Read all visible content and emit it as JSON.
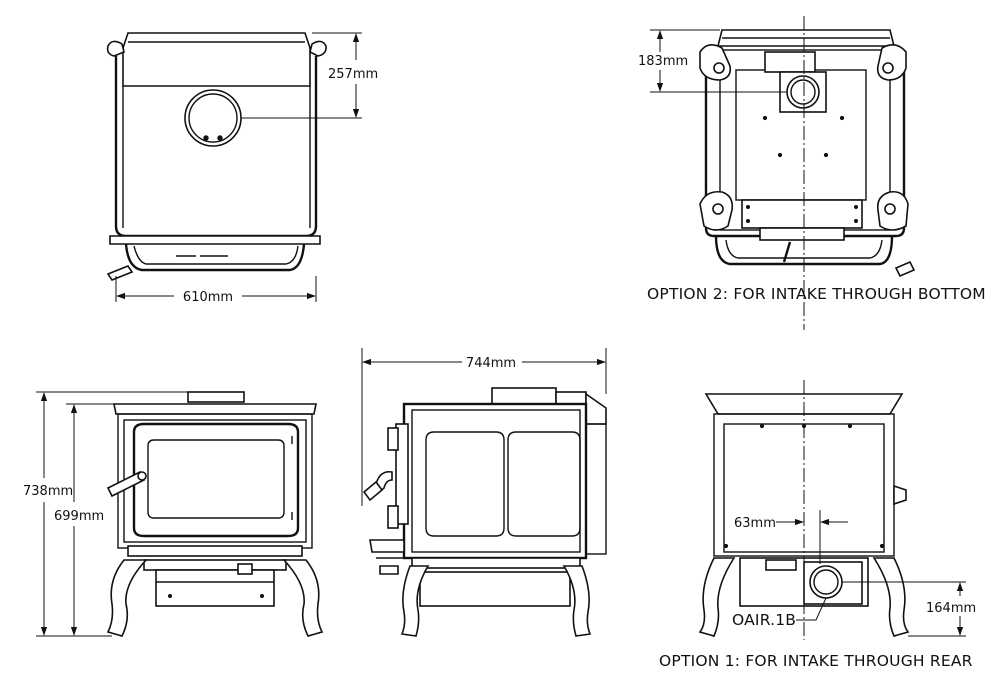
{
  "views": {
    "top_front": {
      "width_dim": "610mm",
      "height_dim": "257mm"
    },
    "option2": {
      "dim": "183mm",
      "caption": "OPTION 2: FOR INTAKE THROUGH BOTTOM"
    },
    "front": {
      "dim_overall": "738mm",
      "dim_inner": "699mm"
    },
    "side": {
      "dim_depth": "744mm"
    },
    "option1": {
      "dim_offset": "63mm",
      "dim_height": "164mm",
      "part_label": "OAIR.1B",
      "caption": "OPTION 1: FOR INTAKE THROUGH REAR"
    }
  }
}
